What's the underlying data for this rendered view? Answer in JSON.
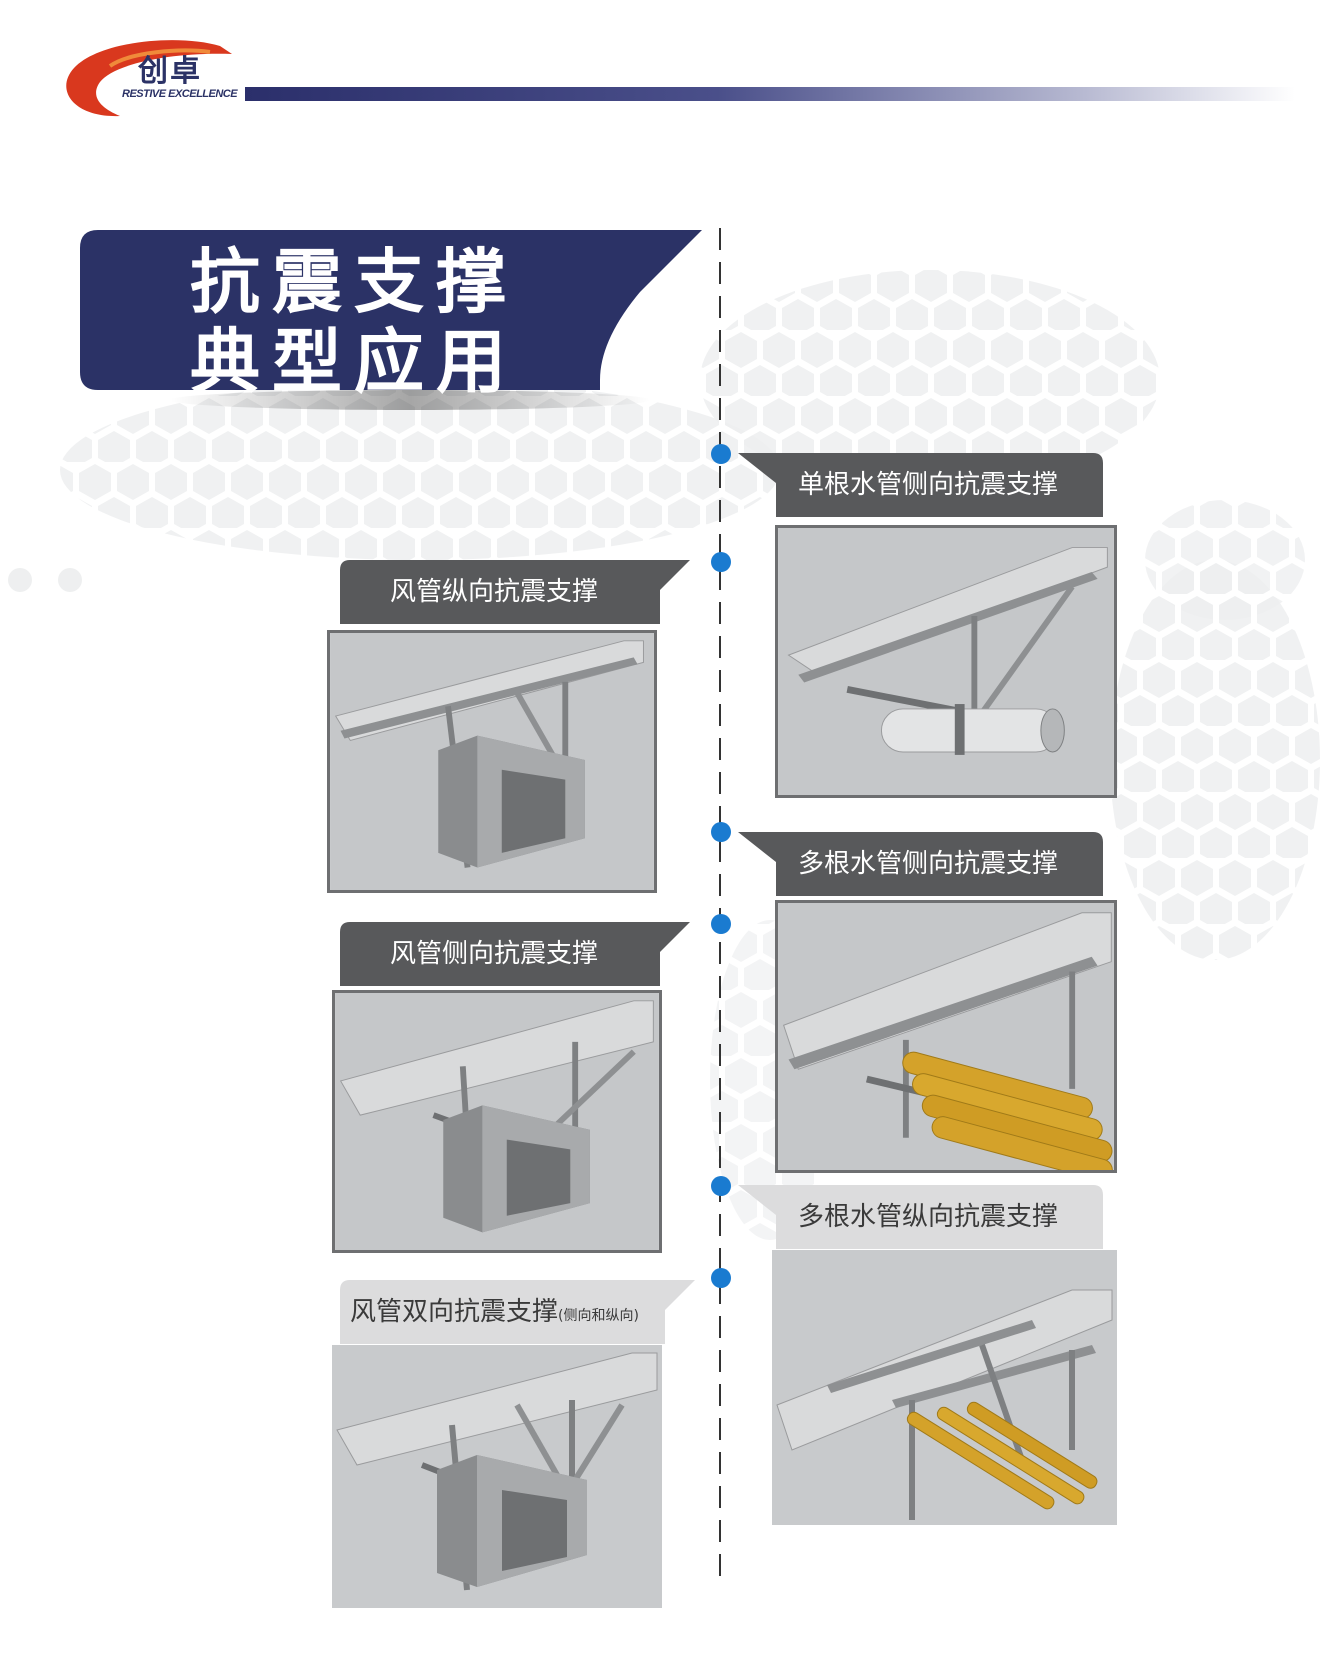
{
  "header": {
    "logo_cn": "创卓",
    "logo_en": "RESTIVE EXCELLENCE"
  },
  "title": {
    "line1": "抗震支撑",
    "line2": "典型应用"
  },
  "items": [
    {
      "label": "单根水管侧向抗震支撑",
      "image_icon": "single-pipe-lateral-brace"
    },
    {
      "label": "风管纵向抗震支撑",
      "image_icon": "duct-longitudinal-brace"
    },
    {
      "label": "多根水管侧向抗震支撑",
      "image_icon": "multi-pipe-lateral-brace"
    },
    {
      "label": "风管侧向抗震支撑",
      "image_icon": "duct-lateral-brace"
    },
    {
      "label": "多根水管纵向抗震支撑",
      "image_icon": "multi-pipe-longitudinal-brace"
    },
    {
      "label": "风管双向抗震支撑",
      "label_sub": "(侧向和纵向)",
      "image_icon": "duct-bidirectional-brace"
    }
  ],
  "colors": {
    "navy": "#2b3266",
    "tag_dark": "#58595b",
    "tag_light": "#dcdcdd",
    "dot_blue": "#1a7bd0",
    "logo_red": "#d9381e",
    "pipe_gold": "#d4a22a"
  }
}
